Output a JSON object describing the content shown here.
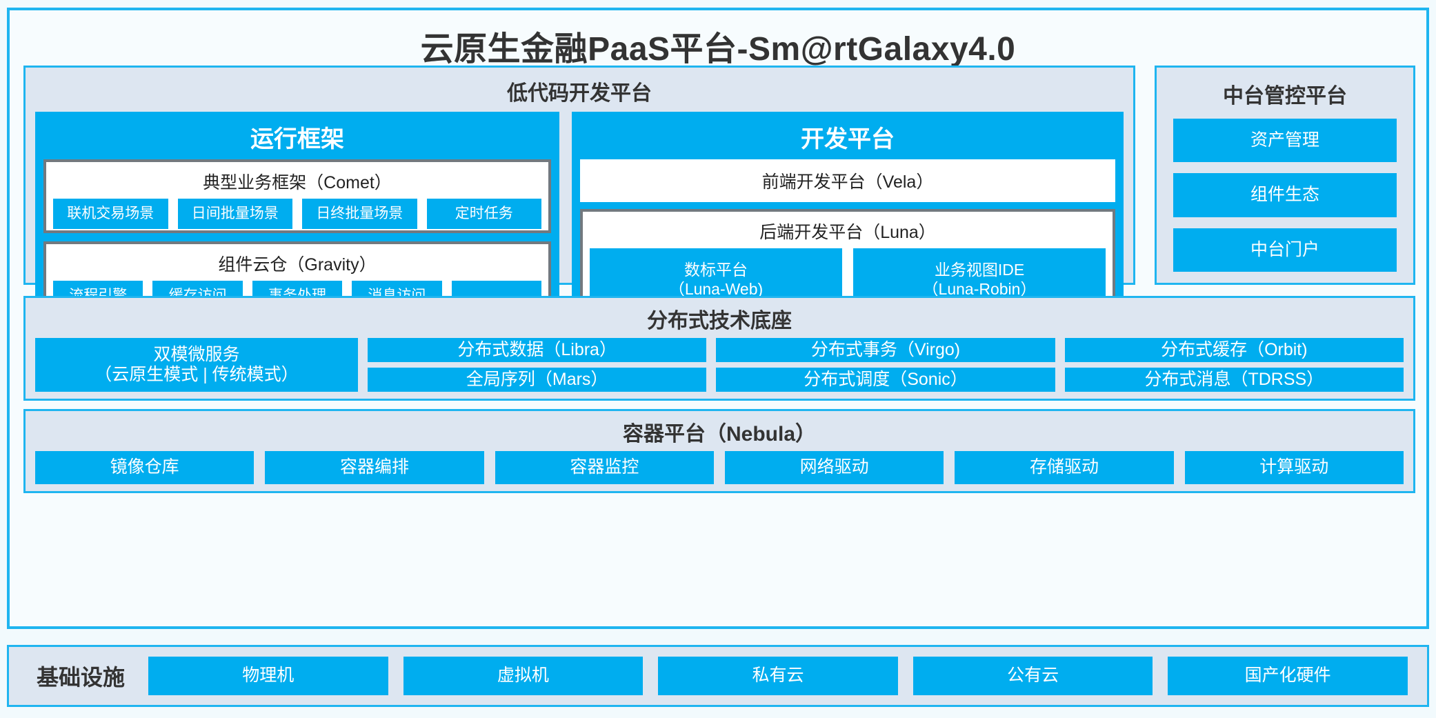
{
  "title": "云原生金融PaaS平台-Sm@rtGalaxy4.0",
  "colors": {
    "accent_blue": "#00ADEF",
    "panel_blue": "#dde6f1",
    "panel_border": "#1fb5f0",
    "box_border_gray": "#72797f",
    "page_bg": "#f2fafd",
    "text_dark": "#333333"
  },
  "lowcode": {
    "title": "低代码开发平台",
    "runtime": {
      "title": "运行框架",
      "comet": {
        "title": "典型业务框架（Comet）",
        "items": [
          "联机交易场景",
          "日间批量场景",
          "日终批量场景",
          "定时任务"
        ]
      },
      "gravity": {
        "title": "组件云仓（Gravity）",
        "items": [
          "流程引擎",
          "缓存访问",
          "事务处理",
          "消息访问",
          "……"
        ]
      }
    },
    "devplatform": {
      "title": "开发平台",
      "frontend": "前端开发平台（Vela）",
      "backend": {
        "title": "后端开发平台（Luna）",
        "items": [
          "数标平台\n（Luna-Web)",
          "业务视图IDE\n（Luna-Robin）"
        ]
      }
    }
  },
  "midplatform": {
    "title": "中台管控平台",
    "items": [
      "资产管理",
      "组件生态",
      "中台门户"
    ]
  },
  "distributed": {
    "title": "分布式技术底座",
    "microservice": "双模微服务\n（云原生模式 | 传统模式）",
    "columns": [
      [
        "分布式数据（Libra）",
        "全局序列（Mars）"
      ],
      [
        "分布式事务（Virgo)",
        "分布式调度（Sonic）"
      ],
      [
        "分布式缓存（Orbit)",
        "分布式消息（TDRSS）"
      ]
    ]
  },
  "container": {
    "title": "容器平台（Nebula）",
    "items": [
      "镜像仓库",
      "容器编排",
      "容器监控",
      "网络驱动",
      "存储驱动",
      "计算驱动"
    ]
  },
  "infrastructure": {
    "label": "基础设施",
    "items": [
      "物理机",
      "虚拟机",
      "私有云",
      "公有云",
      "国产化硬件"
    ]
  }
}
